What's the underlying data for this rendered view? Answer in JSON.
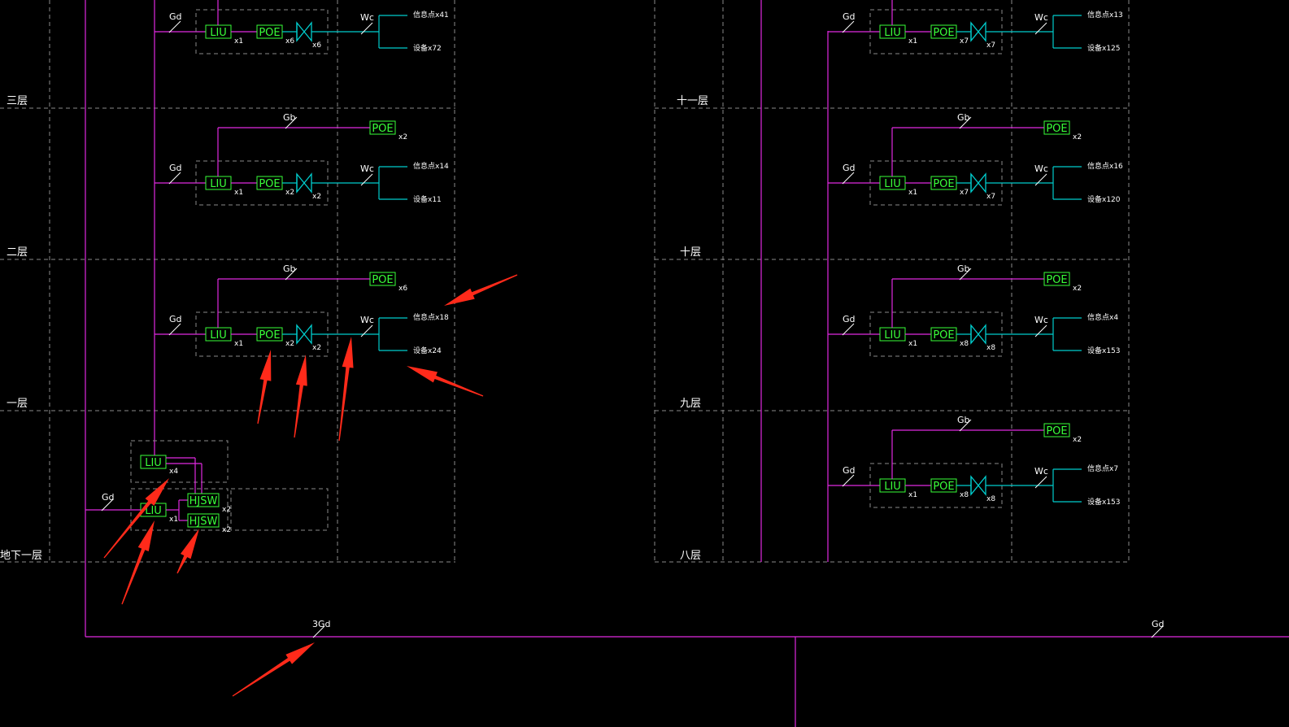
{
  "colors": {
    "background": "#000000",
    "trunk": "#e029e0",
    "branch": "#00cccc",
    "device": "#39ff39",
    "frame": "#8a8a8a",
    "text": "#ffffff",
    "arrow": "#ff2a1a"
  },
  "floors": {
    "b1": "地下一层",
    "f1": "一层",
    "f2": "二层",
    "f3": "三层",
    "f8": "八层",
    "f9": "九层",
    "f10": "十层",
    "f11": "十一层"
  },
  "device_labels": {
    "liu": "LIU",
    "poe": "POE",
    "hjsw": "HJSW"
  },
  "cable_labels": {
    "gd": "Gd",
    "gb": "Gb",
    "wc": "Wc",
    "trunk_left": "3Gd",
    "trunk_right": "Gd"
  },
  "basement": {
    "liu_top_qty": "x4",
    "liu_bottom_qty": "x1",
    "hjsw1_qty": "x2",
    "hjsw2_qty": "x2"
  },
  "left_floors": {
    "f3": {
      "liu_qty": "x1",
      "poe_qty": "x6",
      "sw_qty": "x6",
      "out1": "信息点x41",
      "out2": "设备x72"
    },
    "f2": {
      "gb_poe_qty": "x2",
      "liu_qty": "x1",
      "poe_qty": "x2",
      "sw_qty": "x2",
      "out1": "信息点x14",
      "out2": "设备x11"
    },
    "f1": {
      "gb_poe_qty": "x6",
      "liu_qty": "x1",
      "poe_qty": "x2",
      "sw_qty": "x2",
      "out1": "信息点x18",
      "out2": "设备x24"
    }
  },
  "right_floors": {
    "f11": {
      "liu_qty": "x1",
      "poe_qty": "x7",
      "sw_qty": "x7",
      "out1": "信息点x13",
      "out2": "设备x125"
    },
    "f10": {
      "gb_poe_qty": "x2",
      "liu_qty": "x1",
      "poe_qty": "x7",
      "sw_qty": "x7",
      "out1": "信息点x16",
      "out2": "设备x120"
    },
    "f9": {
      "gb_poe_qty": "x2",
      "liu_qty": "x1",
      "poe_qty": "x8",
      "sw_qty": "x8",
      "out1": "信息点x4",
      "out2": "设备x153"
    },
    "f8": {
      "gb_poe_qty": "x2",
      "liu_qty": "x1",
      "poe_qty": "x8",
      "sw_qty": "x8",
      "out1": "信息点x7",
      "out2": "设备x153"
    }
  },
  "icons": {
    "switch_symbol": "bowtie-switch-icon",
    "cable_tick": "slash-tick-icon",
    "annotation_arrow": "red-arrow-icon"
  }
}
